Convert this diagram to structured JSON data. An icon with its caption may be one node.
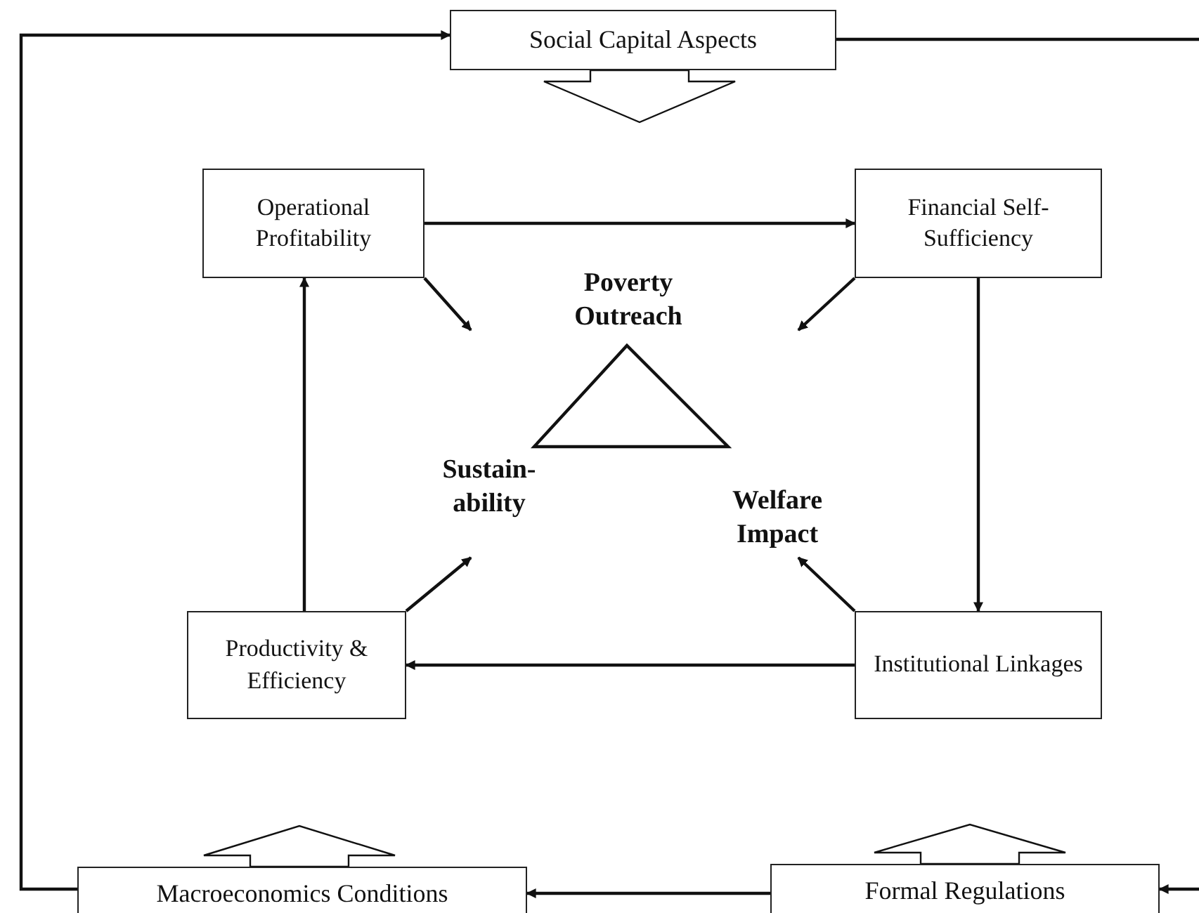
{
  "diagram": {
    "nodes": [
      {
        "text": [
          "Social Capital Aspects"
        ]
      },
      {
        "text": [
          "Operational Profitability"
        ]
      },
      {
        "text": [
          "Financial Self-Sufficiency"
        ]
      },
      {
        "text": [
          "Poverty Outreach",
          "Sustain- ability",
          "Welfare Impact"
        ]
      },
      {
        "text": [
          "Productivity & Efficiency"
        ]
      },
      {
        "text": [
          "Institutional Linkages"
        ]
      },
      {
        "text": [
          "Macroeconomics Conditions"
        ]
      },
      {
        "text": [
          "Formal Regulations"
        ]
      }
    ],
    "edges": [
      {
        "from": 1,
        "to": 2,
        "arrow": "to"
      },
      {
        "from": 2,
        "to": 5,
        "arrow": "to"
      },
      {
        "from": 5,
        "to": 4,
        "arrow": "to"
      },
      {
        "from": 4,
        "to": 1,
        "arrow": "to"
      },
      {
        "from": 1,
        "to": 3,
        "arrow": "to"
      },
      {
        "from": 2,
        "to": 3,
        "arrow": "to"
      },
      {
        "from": 4,
        "to": 3,
        "arrow": "to"
      },
      {
        "from": 5,
        "to": 3,
        "arrow": "to"
      },
      {
        "from": 0,
        "to": null,
        "arrow": "to"
      },
      {
        "from": 6,
        "to": null,
        "arrow": "to"
      },
      {
        "from": 7,
        "to": null,
        "arrow": "to"
      },
      {
        "from": 6,
        "to": 0,
        "arrow": "to"
      },
      {
        "from": 0,
        "to": null,
        "arrow": "none"
      },
      {
        "from": 7,
        "to": 6,
        "arrow": "to"
      },
      {
        "from": null,
        "to": 7,
        "arrow": "to"
      }
    ]
  }
}
